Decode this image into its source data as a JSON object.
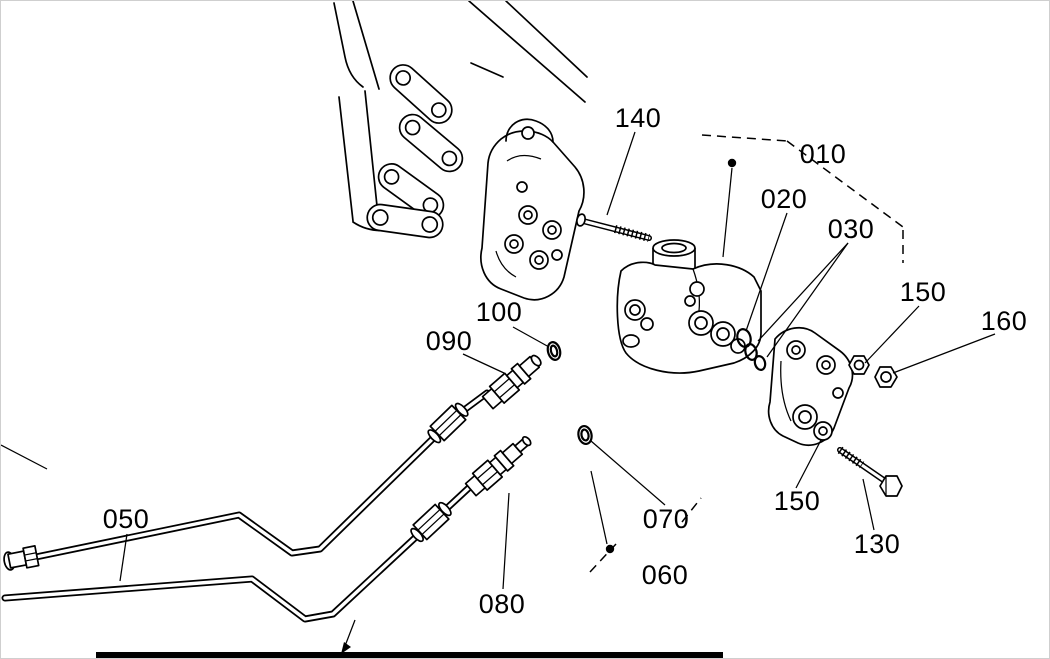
{
  "canvas": {
    "background": "#ffffff",
    "line_color": "#000000",
    "bottom_bar_color": "#000000"
  },
  "diagram": {
    "type": "exploded-parts-diagram",
    "labels": {
      "p140": "140",
      "p010": "010",
      "p020": "020",
      "p030": "030",
      "p150_top": "150",
      "p160": "160",
      "p100": "100",
      "p090": "090",
      "p050": "050",
      "p070": "070",
      "p060": "060",
      "p080": "080",
      "p150_bottom": "150",
      "p130": "130"
    }
  }
}
